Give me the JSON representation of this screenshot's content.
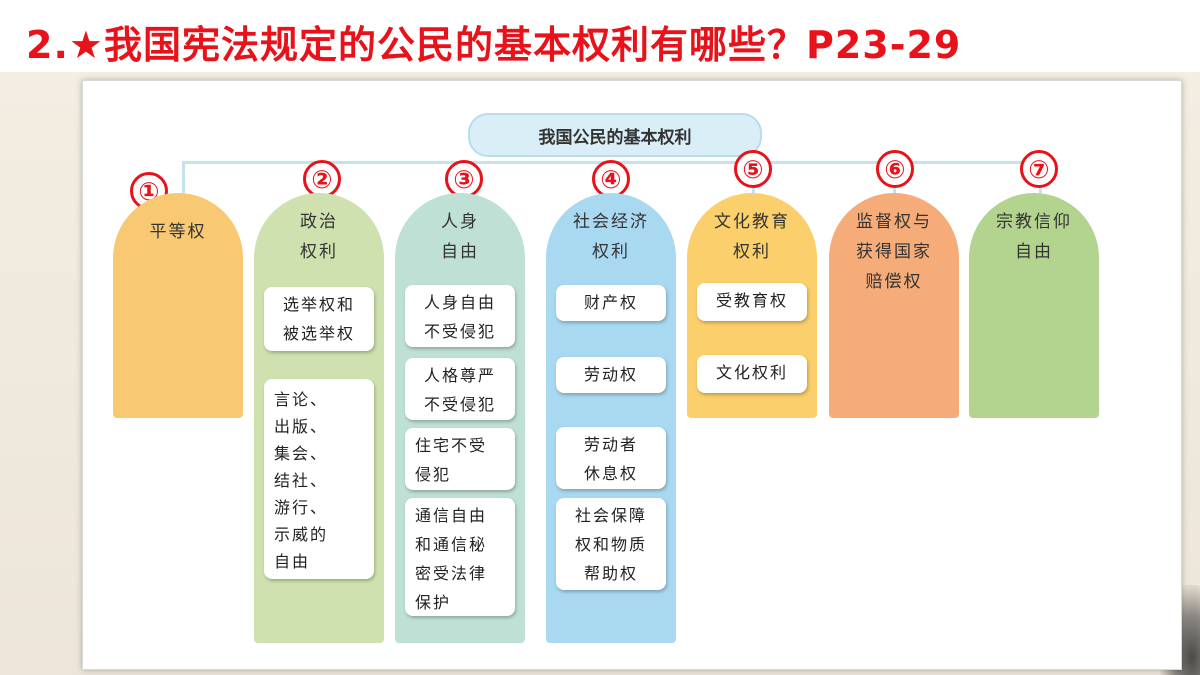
{
  "slide_title": {
    "prefix": "2.",
    "star": "★",
    "text": "我国宪法规定的公民的基本权利有哪些？P23-29"
  },
  "diagram": {
    "root": "我国公民的基本权利",
    "columns": [
      {
        "number": "①",
        "label_lines": [
          "平等权"
        ],
        "color": "#f9c872",
        "items": []
      },
      {
        "number": "②",
        "label_lines": [
          "政治",
          "权利"
        ],
        "color": "#cfe1ae",
        "items": [
          [
            "选举权和",
            "被选举权"
          ],
          [
            "言论、",
            "出版、",
            "集会、",
            "结社、",
            "游行、",
            "示威的",
            "自由"
          ]
        ]
      },
      {
        "number": "③",
        "label_lines": [
          "人身",
          "自由"
        ],
        "color": "#bfe0d4",
        "items": [
          [
            "人身自由",
            "不受侵犯"
          ],
          [
            "人格尊严",
            "不受侵犯"
          ],
          [
            "住宅不受",
            "侵犯"
          ],
          [
            "通信自由",
            "和通信秘",
            "密受法律",
            "保护"
          ]
        ]
      },
      {
        "number": "④",
        "label_lines": [
          "社会经济",
          "权利"
        ],
        "color": "#a9d8f1",
        "items": [
          [
            "财产权"
          ],
          [
            "劳动权"
          ],
          [
            "劳动者",
            "休息权"
          ],
          [
            "社会保障",
            "权和物质",
            "帮助权"
          ]
        ]
      },
      {
        "number": "⑤",
        "label_lines": [
          "文化教育",
          "权利"
        ],
        "color": "#fbcf6b",
        "items": [
          [
            "受教育权"
          ],
          [
            "文化权利"
          ]
        ]
      },
      {
        "number": "⑥",
        "label_lines": [
          "监督权与",
          "获得国家",
          "赔偿权"
        ],
        "color": "#f6ac78",
        "items": []
      },
      {
        "number": "⑦",
        "label_lines": [
          "宗教信仰",
          "自由"
        ],
        "color": "#b2d48f",
        "items": []
      }
    ]
  }
}
